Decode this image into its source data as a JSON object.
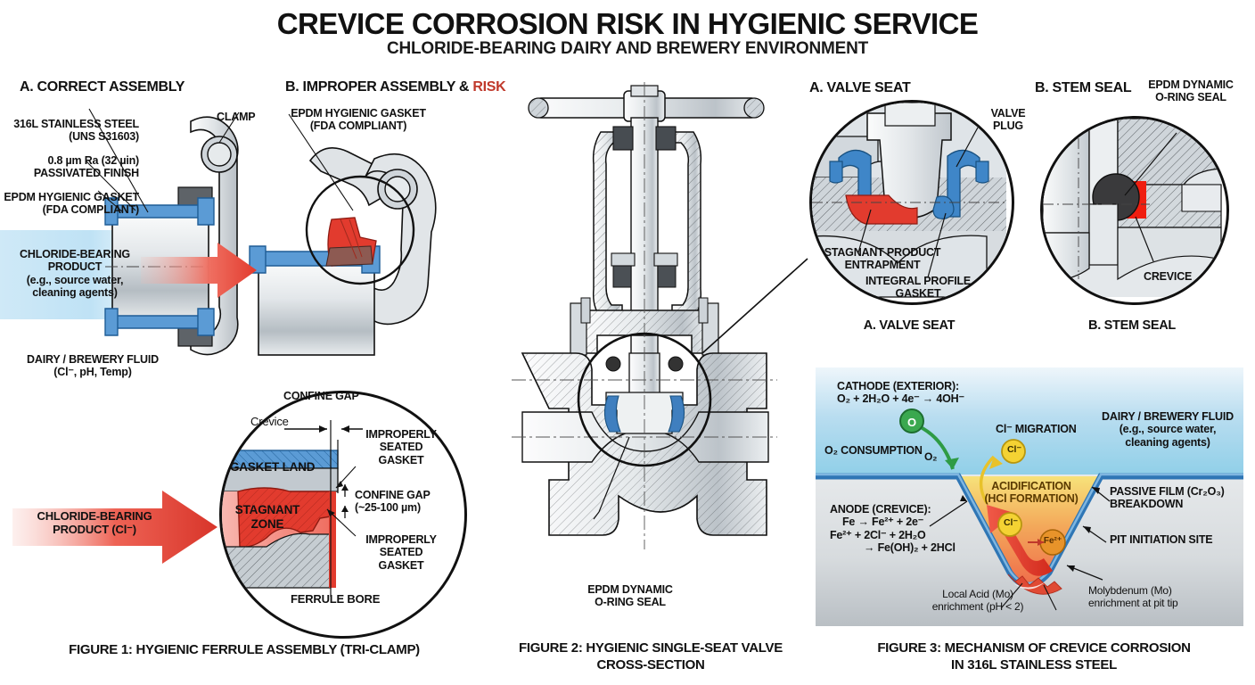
{
  "header": {
    "title": "CREVICE CORROSION RISK IN HYGIENIC SERVICE",
    "subtitle": "CHLORIDE-BEARING DAIRY AND BREWERY ENVIRONMENT"
  },
  "colors": {
    "risk_red": "#c0392b",
    "gasket_blue": "#5b9bd5",
    "corrosion_red": "#e23b2e",
    "chloride_band": "#bfe2f5",
    "chloride_ion_yellow": "#f4d233",
    "iron_ion_orange": "#e8932a",
    "oxygen_green": "#2e9b45",
    "steel_gray": "#c6cdd2"
  },
  "figure1": {
    "caption": "FIGURE 1: HYGIENIC FERRULE ASSEMBLY (TRI-CLAMP)",
    "panel_a": {
      "heading": "A. CORRECT ASSEMBLY",
      "labels": [
        {
          "line1": "316L STAINLESS STEEL",
          "line2": "(UNS S31603)"
        },
        {
          "line1": "0.8 µm Ra (32 µin)",
          "line2": "PASSIVATED FINISH"
        },
        {
          "line1": "EPDM HYGIENIC GASKET",
          "line2": "(FDA COMPLIANT)"
        }
      ],
      "clamp_label": "CLAMP",
      "chloride_block": {
        "line1": "CHLORIDE-BEARING",
        "line2": "PRODUCT",
        "line3": "(e.g., source water,",
        "line4": "cleaning agents)"
      },
      "fluid_label": {
        "line1": "DAIRY / BREWERY FLUID",
        "line2": "(Cl⁻, pH, Temp)"
      }
    },
    "panel_b": {
      "heading_main": "B. IMPROPER ASSEMBLY & ",
      "heading_risk": "RISK",
      "gasket_label": {
        "line1": "EPDM HYGIENIC GASKET",
        "line2": "(FDA COMPLIANT)"
      }
    },
    "arrow_label": {
      "line1": "CHLORIDE-BEARING",
      "line2": "PRODUCT (Cl⁻)"
    },
    "detail": {
      "confine_gap_top": "CONFINE GAP",
      "crevice": "Crevice",
      "gasket_land": "GASKET LAND",
      "stagnant_zone": {
        "line1": "STAGNANT",
        "line2": "ZONE"
      },
      "improper_top": {
        "line1": "IMPROPERLY",
        "line2": "SEATED",
        "line3": "GASKET"
      },
      "confine_gap_value": {
        "line1": "CONFINE GAP",
        "line2": "(~25-100 µm)"
      },
      "improper_bottom": {
        "line1": "IMPROPERLY",
        "line2": "SEATED",
        "line3": "GASKET"
      },
      "ferrule_bore": "FERRULE BORE"
    }
  },
  "figure2": {
    "caption_line1": "FIGURE 2: HYGIENIC SINGLE-SEAT VALVE",
    "caption_line2": "CROSS-SECTION",
    "oring_label": {
      "line1": "EPDM DYNAMIC",
      "line2": "O-RING SEAL"
    }
  },
  "detail_a": {
    "heading": "A. VALVE SEAT",
    "subcaption": "A. VALVE SEAT",
    "valve_plug": {
      "line1": "VALVE",
      "line2": "PLUG"
    },
    "stagnant": {
      "line1": "STAGNANT PRODUCT",
      "line2": "ENTRAPMENT"
    },
    "gasket": {
      "line1": "INTEGRAL PROFILE",
      "line2": "GASKET"
    }
  },
  "detail_b": {
    "heading": "B. STEM SEAL",
    "subcaption": "B. STEM SEAL",
    "oring": {
      "line1": "EPDM DYNAMIC",
      "line2": "O-RING SEAL"
    },
    "crevice": "CREVICE"
  },
  "figure3": {
    "caption_line1": "FIGURE 3: MECHANISM OF CREVICE CORROSION",
    "caption_line2": "IN 316L STAINLESS STEEL",
    "cathode": {
      "line1": "CATHODE (EXTERIOR):",
      "line2": "O₂ + 2H₂O + 4e⁻ → 4OH⁻"
    },
    "o2_consumption": "O₂ CONSUMPTION",
    "o2_arrow_label": "O₂",
    "o2_bubble": "O",
    "cl_migration": "Cl⁻ MIGRATION",
    "cl_bubble": "Cl⁻",
    "fluid": {
      "line1": "DAIRY / BREWERY FLUID",
      "line2": "(e.g., source water,",
      "line3": "cleaning agents)"
    },
    "acidification": {
      "line1": "ACIDIFICATION",
      "line2": "(HCl FORMATION)"
    },
    "anode": {
      "line1": "ANODE (CREVICE):",
      "line2": "Fe → Fe²⁺ + 2e⁻",
      "line3": "Fe²⁺ + 2Cl⁻ + 2H₂O",
      "line4": "→ Fe(OH)₂ + 2HCl"
    },
    "cl_bubble2": "Cl⁻",
    "fe_bubble": "Fe²⁺",
    "local_acid": {
      "line1": "Local Acid (Mo)",
      "line2": "enrichment (pH < 2)"
    },
    "passive_film": {
      "line1": "PASSIVE FILM (Cr₂O₃)",
      "line2": "BREAKDOWN"
    },
    "pit_initiation": "PIT INITIATION SITE",
    "molybdenum": {
      "line1": "Molybdenum (Mo)",
      "line2": "enrichment at pit tip"
    }
  }
}
